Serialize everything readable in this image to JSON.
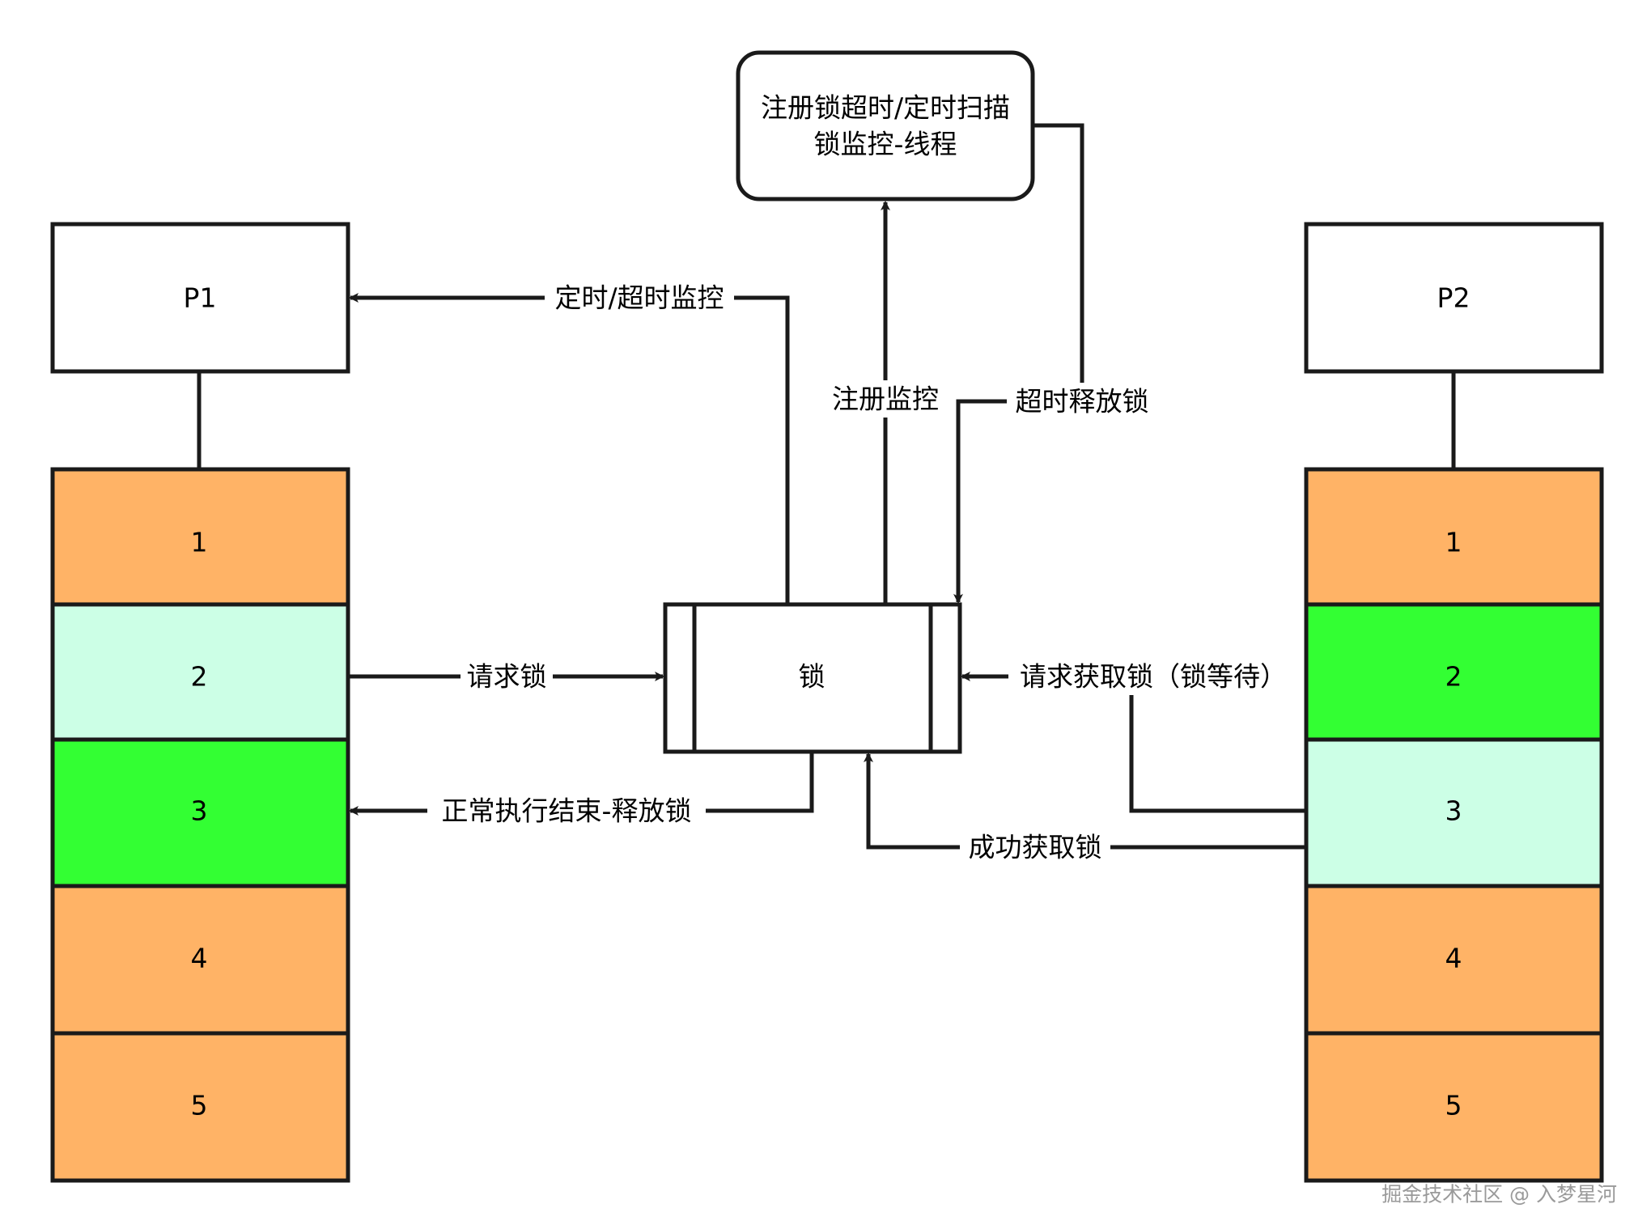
{
  "diagram": {
    "colors": {
      "stroke": "#1a1a1a",
      "orange": "#ffb366",
      "mint": "#ccffe6",
      "green": "#33ff33",
      "white": "#ffffff"
    },
    "process_left": {
      "title": "P1",
      "steps": [
        {
          "label": "1",
          "color": "orange"
        },
        {
          "label": "2",
          "color": "mint"
        },
        {
          "label": "3",
          "color": "green"
        },
        {
          "label": "4",
          "color": "orange"
        },
        {
          "label": "5",
          "color": "orange"
        }
      ]
    },
    "process_right": {
      "title": "P2",
      "steps": [
        {
          "label": "1",
          "color": "orange"
        },
        {
          "label": "2",
          "color": "green"
        },
        {
          "label": "3",
          "color": "mint"
        },
        {
          "label": "4",
          "color": "orange"
        },
        {
          "label": "5",
          "color": "orange"
        }
      ]
    },
    "lock": {
      "label": "锁"
    },
    "monitor": {
      "line1": "注册锁超时/定时扫描",
      "line2": "锁监控-线程"
    },
    "edges": {
      "timer_monitor": "定时/超时监控",
      "register_monitor": "注册监控",
      "timeout_release": "超时释放锁",
      "request_lock": "请求锁",
      "normal_release": "正常执行结束-释放锁",
      "request_wait": "请求获取锁（锁等待）",
      "acquire_success": "成功获取锁"
    },
    "watermark": "掘金技术社区 @ 入梦星河"
  }
}
